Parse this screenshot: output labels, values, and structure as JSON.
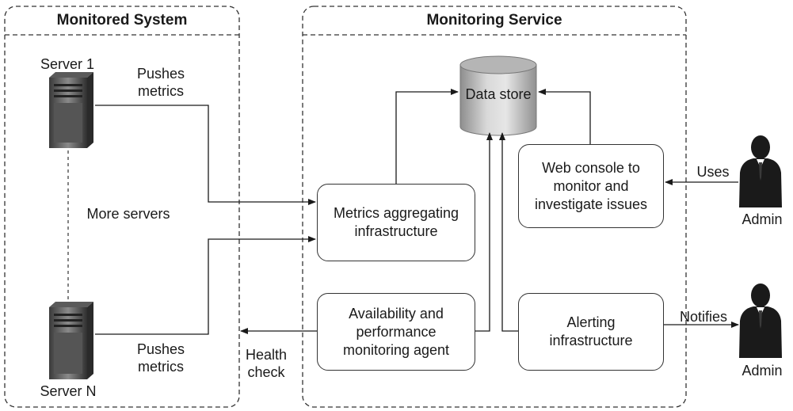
{
  "panels": {
    "monitored_system": "Monitored System",
    "monitoring_service": "Monitoring Service"
  },
  "servers": {
    "server_1": "Server 1",
    "server_n": "Server N",
    "more_servers": "More servers"
  },
  "edges": {
    "pushes_metrics_top": "Pushes\nmetrics",
    "pushes_metrics_bottom": "Pushes\nmetrics",
    "health_check": "Health\ncheck",
    "uses": "Uses",
    "notifies": "Notifies"
  },
  "nodes": {
    "data_store": "Data store",
    "metrics_aggregating": "Metrics aggregating\ninfrastructure",
    "web_console": "Web console to\nmonitor and\ninvestigate issues",
    "availability_agent": "Availability and\nperformance\nmonitoring agent",
    "alerting": "Alerting\ninfrastructure"
  },
  "actors": {
    "admin_top": "Admin",
    "admin_bottom": "Admin"
  }
}
